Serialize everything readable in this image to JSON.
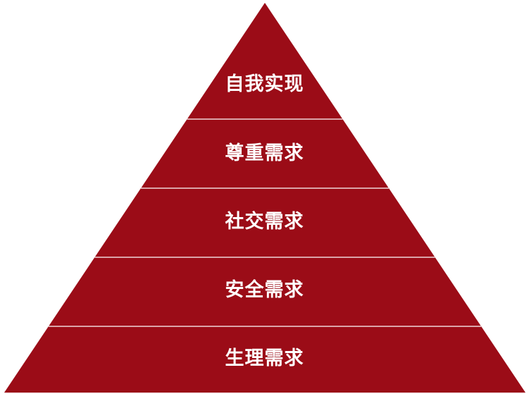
{
  "pyramid": {
    "fill_color": "#9B0C17",
    "divider_color": "#FFFFFF",
    "text_color": "#FFFFFF",
    "levels": [
      {
        "label": "自我实现"
      },
      {
        "label": "尊重需求"
      },
      {
        "label": "社交需求"
      },
      {
        "label": "安全需求"
      },
      {
        "label": "生理需求"
      }
    ]
  }
}
